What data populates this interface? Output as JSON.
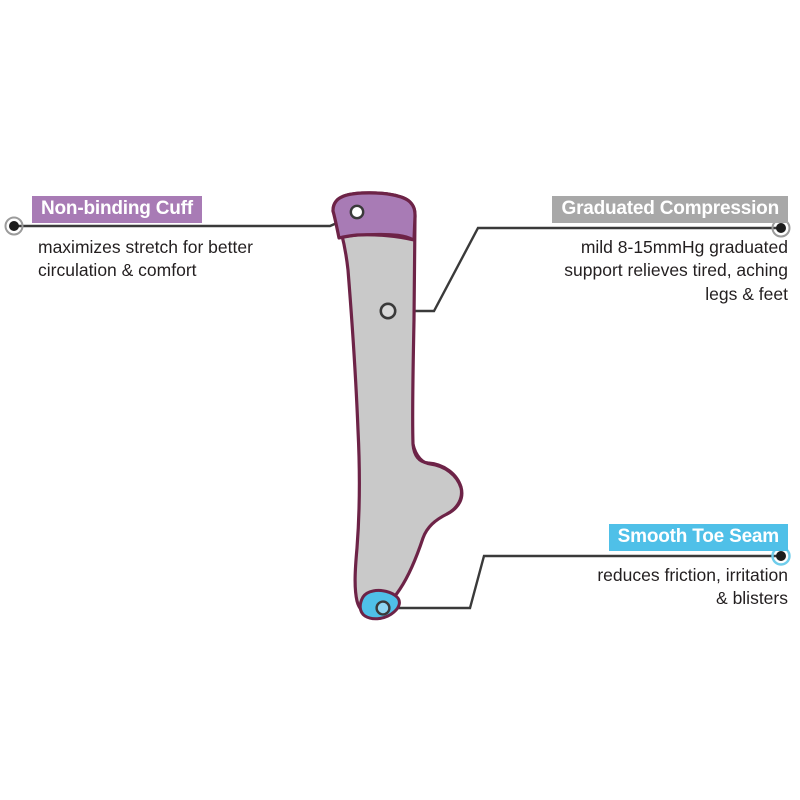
{
  "diagram": {
    "title_alt": "Compression sock feature callout diagram",
    "product_shape": "knee-high compression sock, side profile, toe pointing right",
    "colors": {
      "cuff_fill": "#a87bb5",
      "cuff_badge": "#a87bb5",
      "body_fill": "#c9c9c9",
      "outline": "#6d2347",
      "compression_badge": "#a8a8a8",
      "toe_badge": "#4fc0e8",
      "toe_fill": "#4fc0e8",
      "leader_line": "#3a3a3a",
      "badge_text": "#ffffff",
      "body_text": "#231f20"
    }
  },
  "callouts": [
    {
      "id": "non-binding-cuff",
      "badge_label": "Non-binding Cuff",
      "body": "maximizes stretch for better\ncirculation & comfort",
      "align": "left",
      "anchor_point": "sock cuff top",
      "endpoint_dot": "left",
      "badge_color": "#a87bb5"
    },
    {
      "id": "graduated-compression",
      "badge_label": "Graduated Compression",
      "body": "mild 8-15mmHg graduated\nsupport relieves tired, aching\nlegs & feet",
      "align": "right",
      "anchor_point": "sock calf / leg panel",
      "endpoint_dot": "right",
      "badge_color": "#a8a8a8"
    },
    {
      "id": "smooth-toe-seam",
      "badge_label": "Smooth Toe Seam",
      "body": "reduces friction, irritation\n& blisters",
      "align": "right",
      "anchor_point": "sock toe tip",
      "endpoint_dot": "right",
      "badge_color": "#4fc0e8"
    }
  ]
}
